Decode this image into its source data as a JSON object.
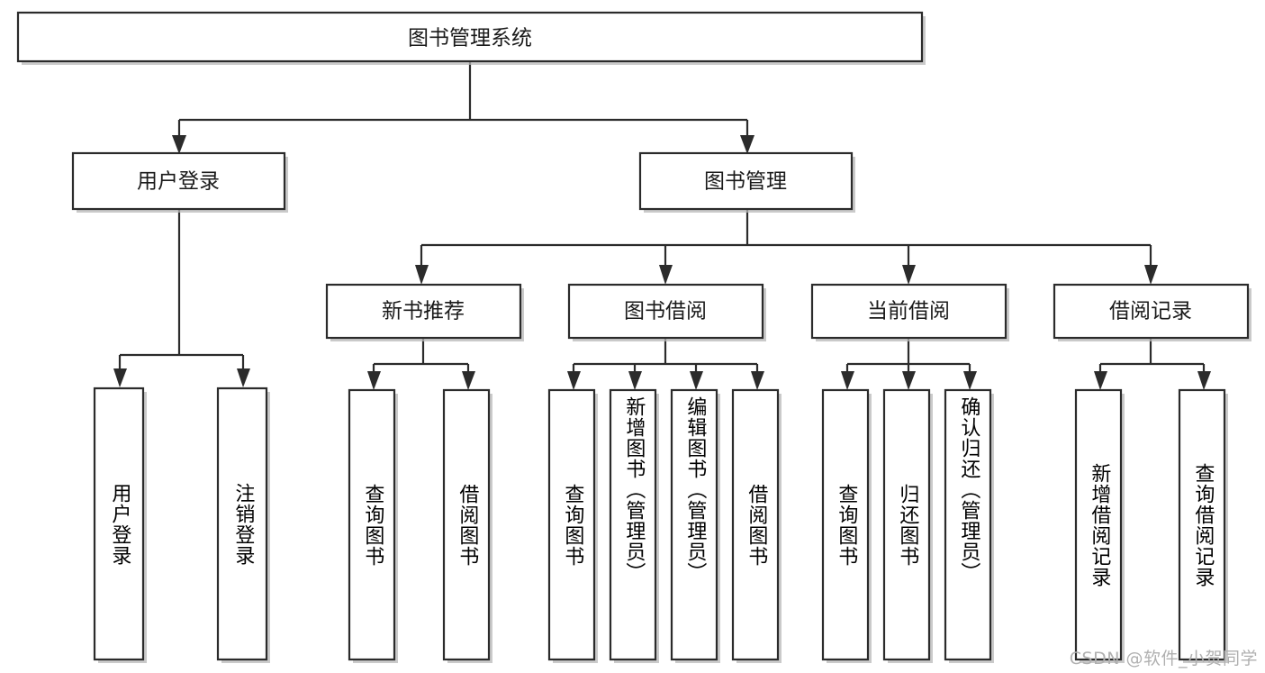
{
  "diagram": {
    "title": "图书管理系统",
    "type": "tree",
    "watermark": "CSDN @软件_小贺同学",
    "colors": {
      "box_stroke": "#2b2b2b",
      "box_fill": "#ffffff",
      "text": "#1a1a1a",
      "shadow": "#b8b8b8",
      "watermark": "#b0b0b0",
      "background": "#ffffff"
    },
    "root": {
      "label": "图书管理系统"
    },
    "level1": [
      {
        "label": "用户登录"
      },
      {
        "label": "图书管理"
      }
    ],
    "level2": [
      {
        "label": "新书推荐"
      },
      {
        "label": "图书借阅"
      },
      {
        "label": "当前借阅"
      },
      {
        "label": "借阅记录"
      }
    ],
    "leaves": {
      "user_login": [
        {
          "label": "用户登录"
        },
        {
          "label": "注销登录"
        }
      ],
      "new_book": [
        {
          "label": "查询图书"
        },
        {
          "label": "借阅图书"
        }
      ],
      "book_borrow": [
        {
          "label": "查询图书"
        },
        {
          "label": "新增图书（管理员）"
        },
        {
          "label": "编辑图书（管理员）"
        },
        {
          "label": "借阅图书"
        }
      ],
      "current_borrow": [
        {
          "label": "查询图书"
        },
        {
          "label": "归还图书"
        },
        {
          "label": "确认归还（管理员）"
        }
      ],
      "borrow_record": [
        {
          "label": "新增借阅记录"
        },
        {
          "label": "查询借阅记录"
        }
      ]
    }
  }
}
